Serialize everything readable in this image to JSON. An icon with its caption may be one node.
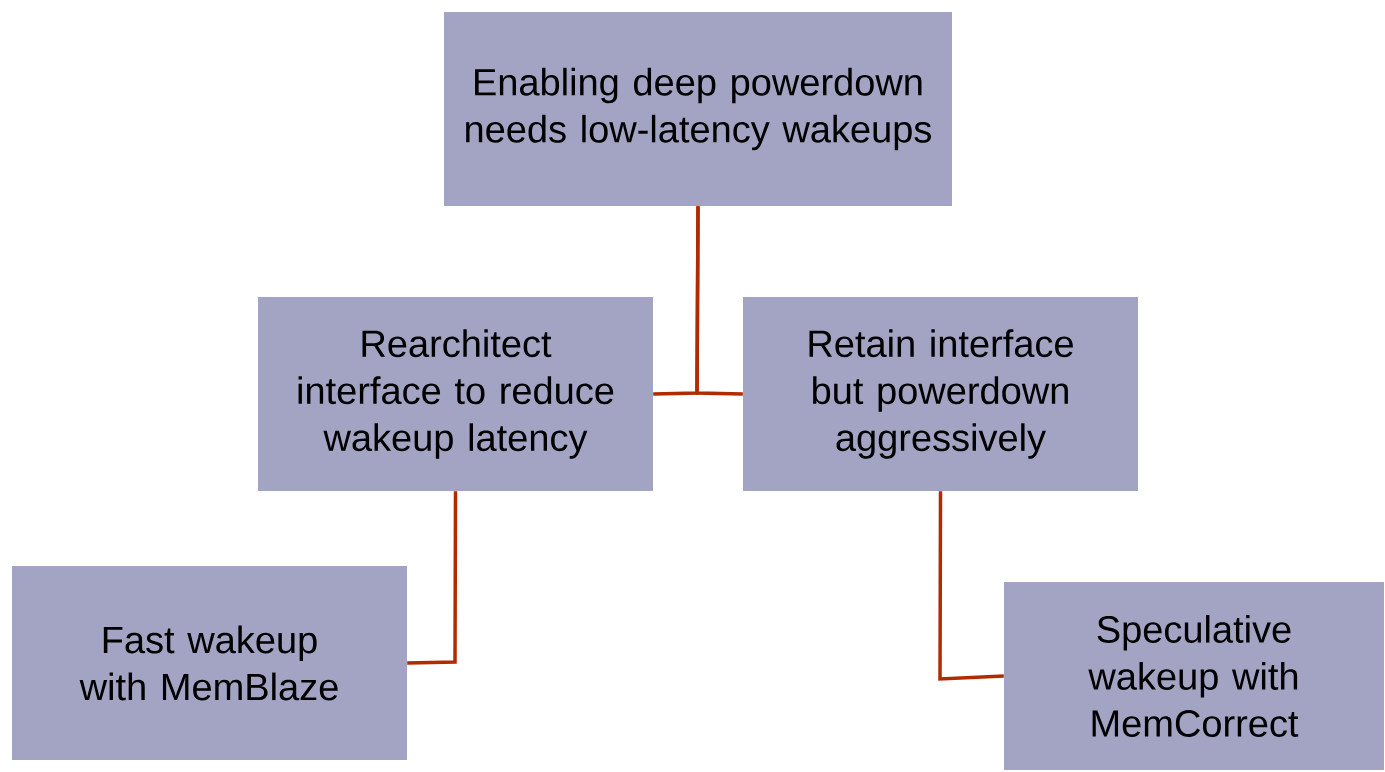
{
  "diagram": {
    "nodes": [
      {
        "text": [
          "Enabling deep powerdown needs low-latency wakeups"
        ]
      },
      {
        "text": [
          "Rearchitect interface to reduce wakeup latency"
        ]
      },
      {
        "text": [
          "Retain interface but powerdown aggressively"
        ]
      },
      {
        "text": [
          "Fast wakeup with MemBlaze"
        ]
      },
      {
        "text": [
          "Speculative wakeup with MemCorrect"
        ]
      }
    ],
    "edges": [
      {
        "from": 0,
        "to": 1,
        "arrow": "none"
      },
      {
        "from": 0,
        "to": 2,
        "arrow": "none"
      },
      {
        "from": 1,
        "to": 3,
        "arrow": "none"
      },
      {
        "from": 2,
        "to": 4,
        "arrow": "none"
      }
    ]
  }
}
